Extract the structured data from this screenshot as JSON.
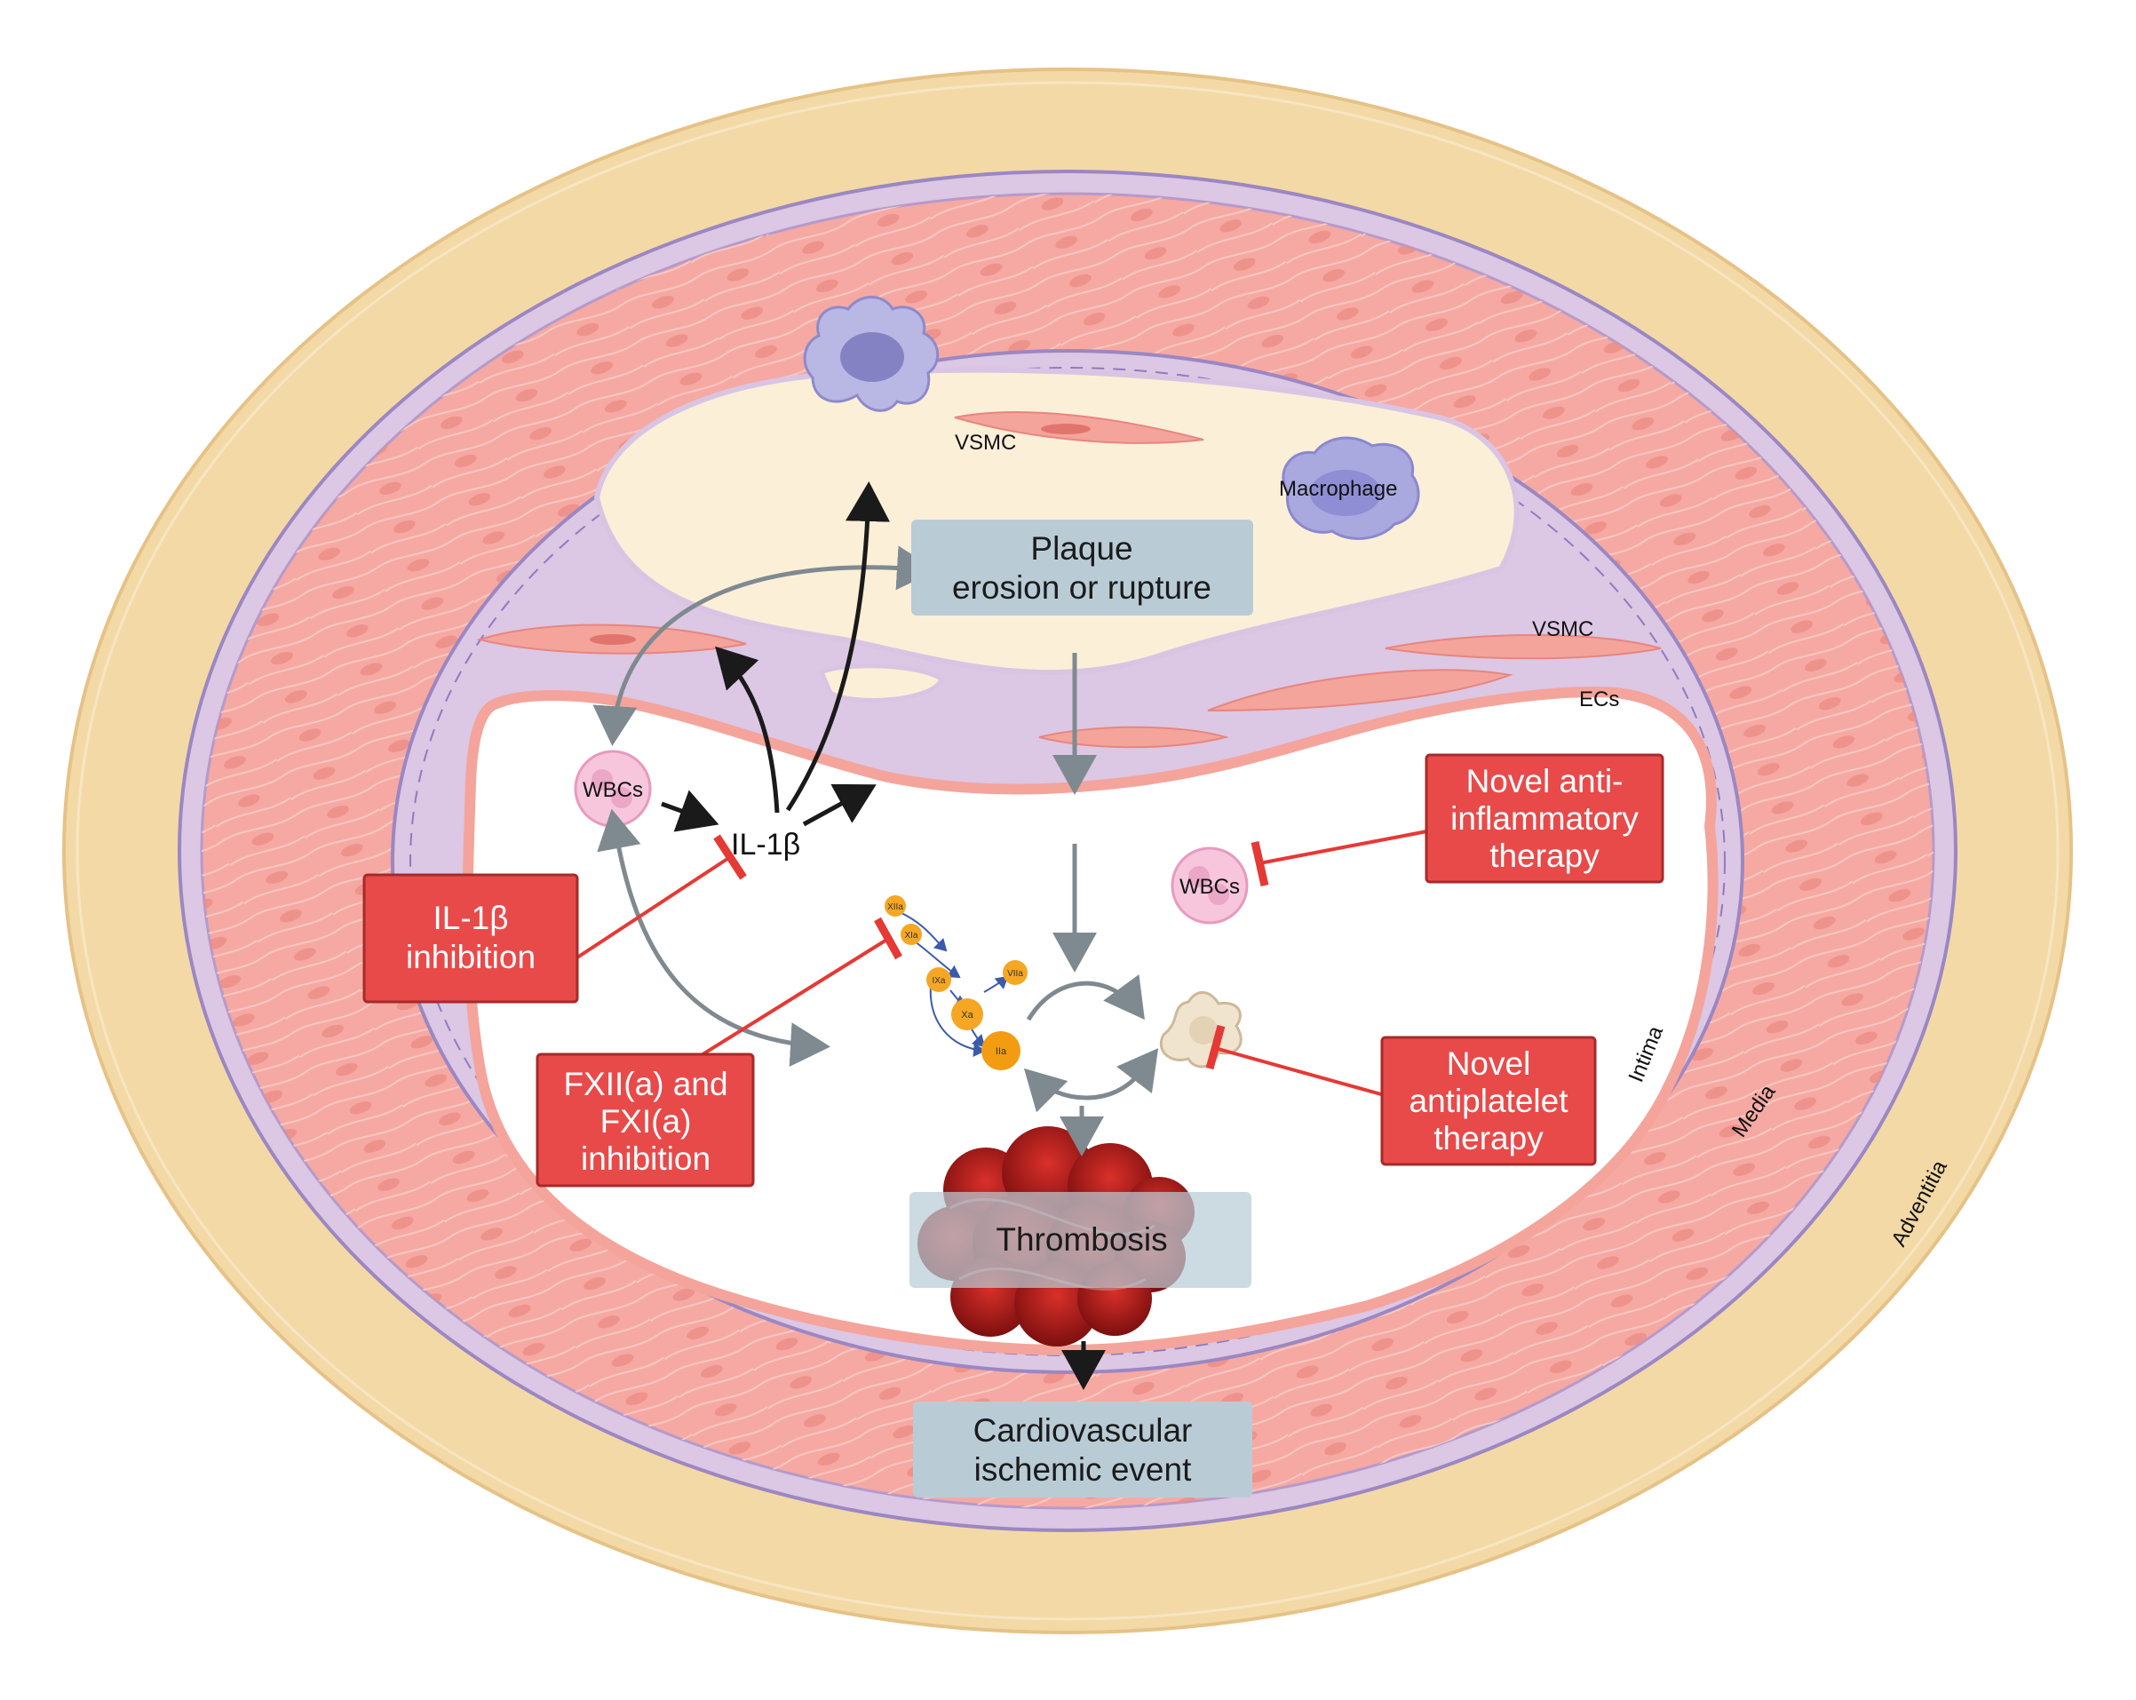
{
  "layers": {
    "adventitia": "Adventitia",
    "media": "Media",
    "intima": "Intima",
    "ecs": "ECs",
    "vsmc_wall": "VSMC"
  },
  "cells": {
    "vsmc_plaque": "VSMC",
    "macrophage": "Macrophage",
    "wbcs_left": "WBCs",
    "wbcs_right": "WBCs",
    "il1b": "IL-1β"
  },
  "coagulation_factors": [
    "XIIa",
    "XIa",
    "IXa",
    "Xa",
    "VIIa",
    "IIa"
  ],
  "grey_boxes": {
    "plaque": [
      "Plaque",
      "erosion or rupture"
    ],
    "thrombosis": "Thrombosis",
    "event": [
      "Cardiovascular",
      "ischemic event"
    ]
  },
  "red_boxes": {
    "il1b_inhibition": [
      "IL-1β",
      "inhibition"
    ],
    "fxi_inhibition": [
      "FXII(a) and",
      "FXI(a)",
      "inhibition"
    ],
    "anti_inflammatory": [
      "Novel anti-",
      "inflammatory",
      "therapy"
    ],
    "antiplatelet": [
      "Novel",
      "antiplatelet",
      "therapy"
    ]
  },
  "colors": {
    "adventitia": "#f3d9a6",
    "media": "#f5a9a2",
    "elastic_lamina": "#dcc7e4",
    "plaque_core": "#fcefd8",
    "red_box": "#e84a4a",
    "grey_box": "#b9ccd6",
    "inhibition_line": "#e53935",
    "wbc": "#f7c6dc",
    "macrophage": "#a9a8df",
    "factor": "#f5a623"
  }
}
